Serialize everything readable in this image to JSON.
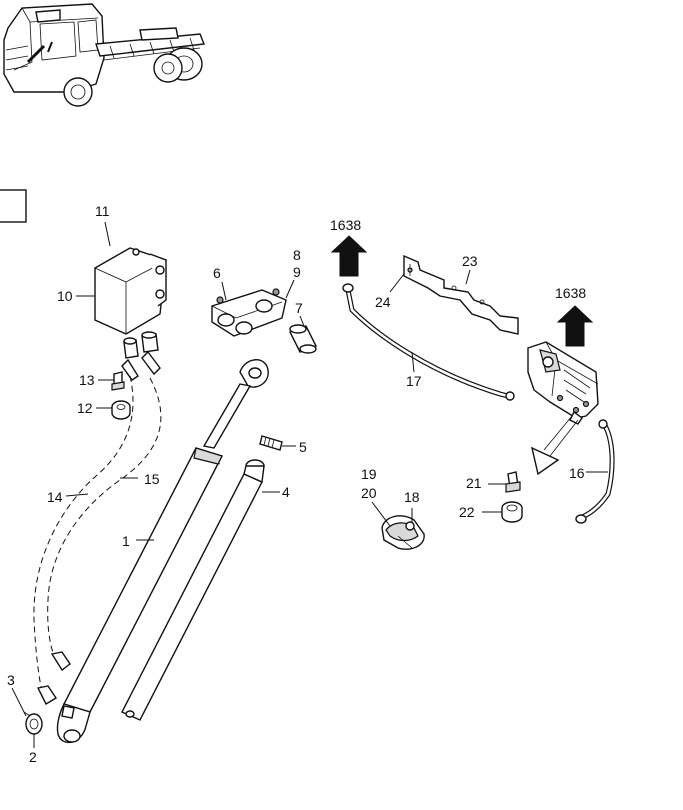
{
  "callouts": {
    "c1": "1",
    "c2": "2",
    "c3": "3",
    "c4": "4",
    "c5": "5",
    "c6": "6",
    "c7": "7",
    "c8": "8",
    "c9": "9",
    "c10": "10",
    "c11": "11",
    "c12": "12",
    "c13": "13",
    "c14": "14",
    "c15": "15",
    "c16": "16",
    "c17": "17",
    "c18": "18",
    "c19": "19",
    "c20": "20",
    "c21": "21",
    "c22": "22",
    "c23": "23",
    "c24": "24"
  },
  "references": {
    "left": "1638",
    "right": "1638"
  }
}
